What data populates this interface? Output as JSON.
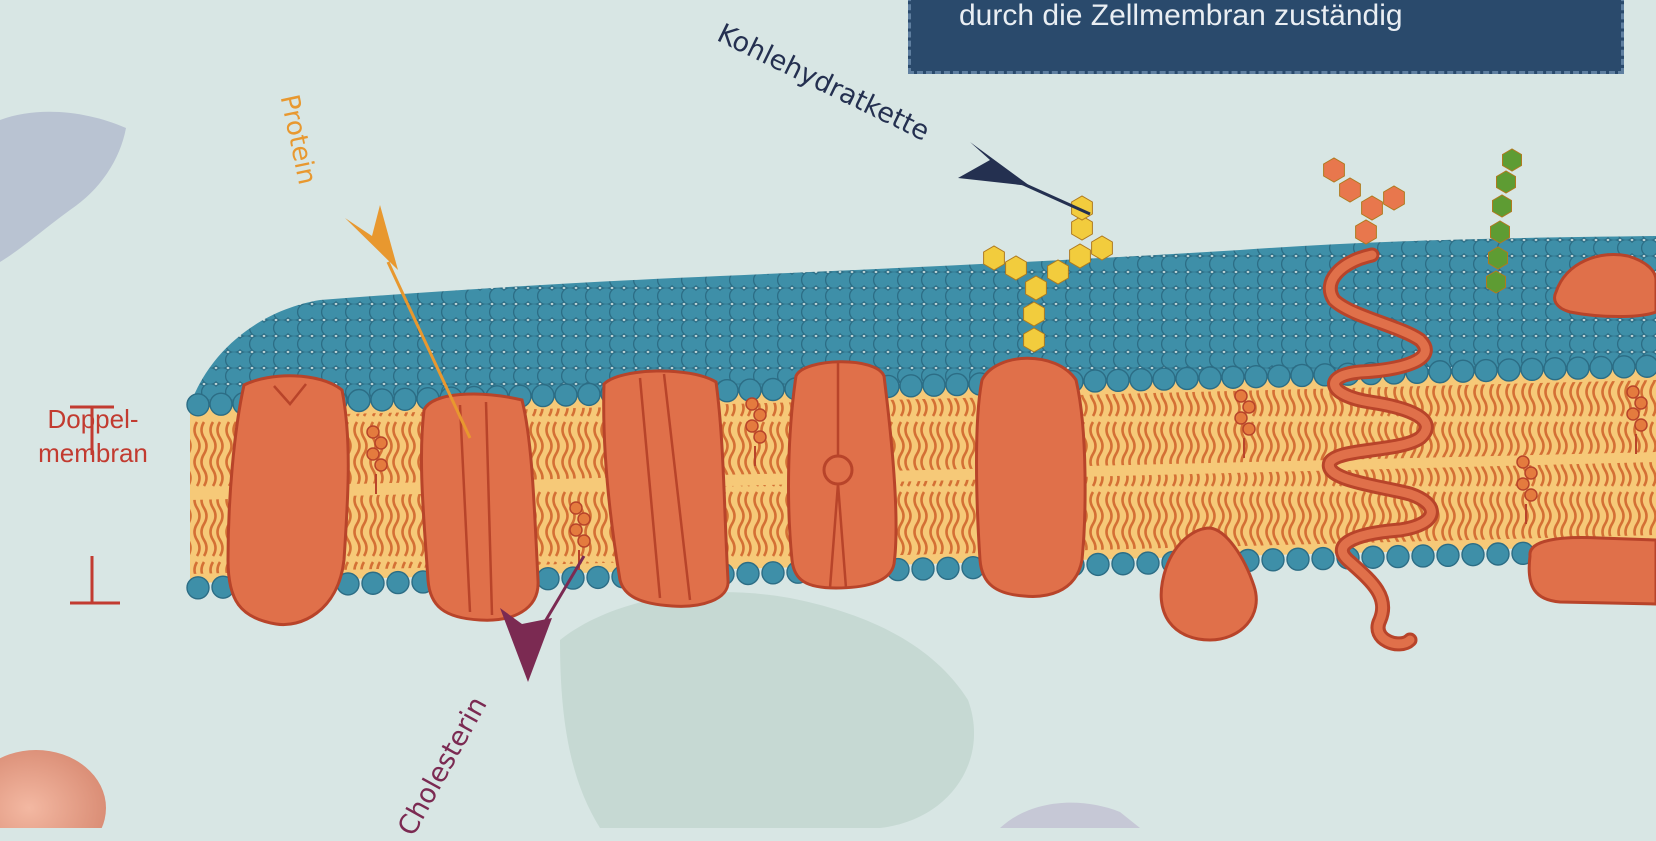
{
  "banner": {
    "text": "durch die Zellmembran zuständig"
  },
  "labels": {
    "protein": "Protein",
    "kohlehydratkette": "Kohlehydratkette",
    "cholesterin": "Cholesterin",
    "doppelmembran_line1": "Doppel-",
    "doppelmembran_line2": "membran"
  },
  "colors": {
    "background": "#d8e6e4",
    "phospholipid_head": "#3e8fa8",
    "bilayer_core": "#f6c978",
    "protein": "#e0704a",
    "protein_outline": "#b8442a",
    "carbohydrate": "#f2cc3d",
    "carbohydrate_orange": "#e8774d",
    "carbohydrate_green": "#5e9c33",
    "protein_arrow": "#e8982f",
    "carbohydrate_arrow": "#243050",
    "cholesterol_arrow": "#7b2a52",
    "banner": "#2a4a6c"
  }
}
